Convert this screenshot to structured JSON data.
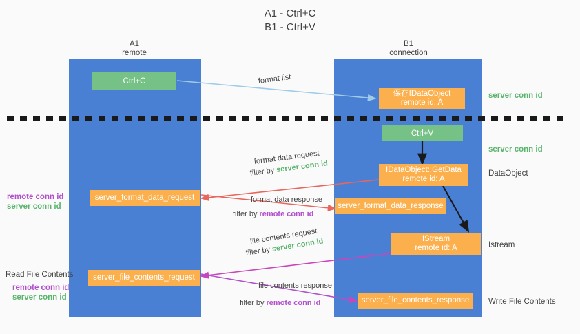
{
  "title": {
    "line1": "A1 - Ctrl+C",
    "line2": "B1 - Ctrl+V"
  },
  "lanes": [
    {
      "name": "A1",
      "sub": "remote"
    },
    {
      "name": "B1",
      "sub": "connection"
    }
  ],
  "boxes": {
    "ctrl_c": "Ctrl+C",
    "ctrl_v": "Ctrl+V",
    "save_idataobject_l1": "保存IDataObject",
    "save_idataobject_l2": "remote id: A",
    "getdata_l1": "IDataObject::GetData",
    "getdata_l2": "remote id: A",
    "istream_l1": "IStream",
    "istream_l2": "remote id: A",
    "format_data_request": "server_format_data_request",
    "format_data_response": "server_format_data_response",
    "file_contents_request": "server_file_contents_request",
    "file_contents_response": "server_file_contents_response"
  },
  "edge_labels": {
    "format_list": "format list",
    "format_data_request": "format data request",
    "format_data_request_filter_prefix": "filter by ",
    "format_data_request_filter_key": "server conn id",
    "format_data_response": "format data response",
    "format_data_response_filter_prefix": "filter by ",
    "format_data_response_filter_key": "remote conn id",
    "file_contents_request": "file contents request",
    "file_contents_request_filter_prefix": "filter by ",
    "file_contents_request_filter_key": "server conn id",
    "file_contents_response": "file contents response",
    "file_contents_response_filter_prefix": "filter by ",
    "file_contents_response_filter_key": "remote conn id"
  },
  "right_annotations": {
    "server_conn_id_top": "server conn id",
    "server_conn_id_mid": "server conn id",
    "dataobject": "DataObject",
    "istream": "Istream",
    "write_file_contents": "Write File Contents"
  },
  "left_annotations": {
    "remote_conn_id_1": "remote conn id",
    "server_conn_id_1": "server conn id",
    "read_file_contents": "Read File Contents",
    "remote_conn_id_2": "remote conn id",
    "server_conn_id_2": "server conn id"
  },
  "colors": {
    "lane": "#4a80d4",
    "green_box": "#76c286",
    "orange_box": "#fbb04d",
    "green_text": "#5ab46e",
    "purple_text": "#b24fcd",
    "arrow_blue": "#9ecbe8",
    "arrow_red": "#e8665c",
    "arrow_magenta": "#cc44bb",
    "arrow_black": "#1a1a1a",
    "divider": "#1a1a1a"
  }
}
